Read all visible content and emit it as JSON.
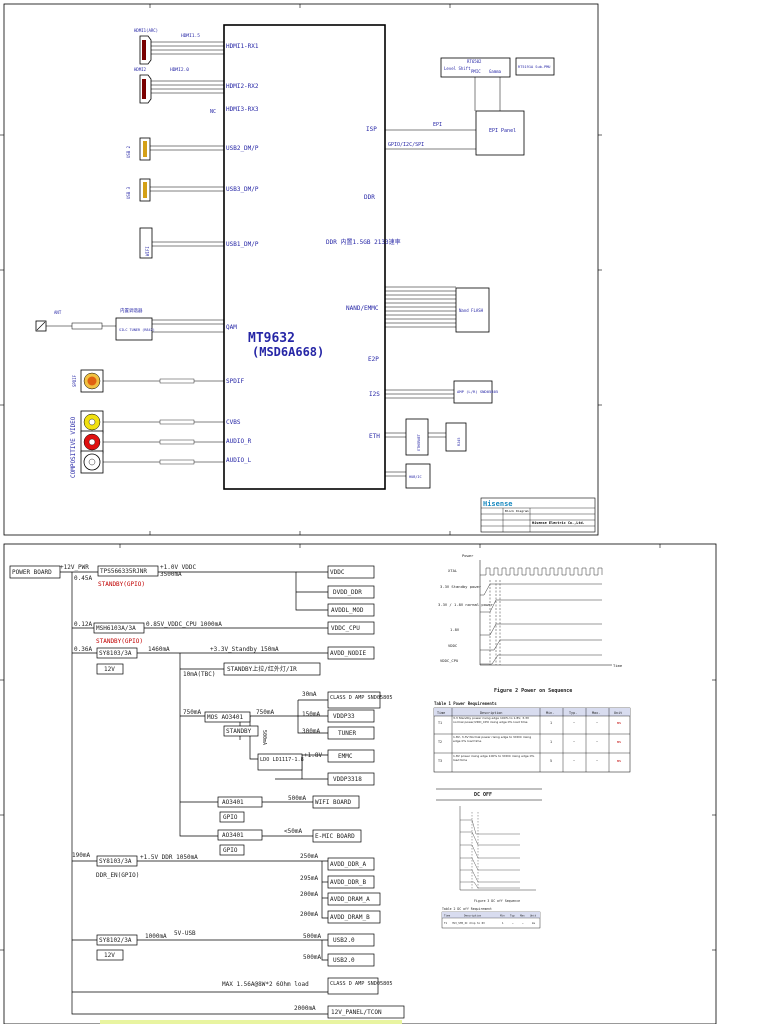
{
  "top": {
    "chip_name": "MT9632",
    "chip_sub": "(MSD6A668)",
    "hdmi1_conn": "HDMI1(ARC)",
    "hdmi1_label": "HDMI1.5",
    "hdmi2_conn": "HDMI2",
    "hdmi2_label": "HDMI2.0",
    "nc": "NC",
    "usb_a": "USB 2",
    "usb_b": "USB 3",
    "wifi": "WIFI",
    "ant": "ANT",
    "tuner_title": "内置调谐器",
    "tuner_box": "SILC TUNER (R842)",
    "composite": "COMPOSITIVE VIDEO",
    "spdif_conn": "SPDIF",
    "left_ports": [
      "HDMI1-RX1",
      "HDMI2-RX2",
      "HDMI3-RX3",
      "USB2_DM/P",
      "USB3_DM/P",
      "USB1_DM/P",
      "QAM",
      "SPDIF",
      "CVBS",
      "AUDIO_R",
      "AUDIO_L"
    ],
    "right_ports": [
      "ISP",
      "DDR",
      "NAND/EMMC",
      "E2P",
      "I2S",
      "ETH"
    ],
    "ddr_text": "DDR 内置1.5GB 2133速率",
    "epi": "EPI",
    "gpio_spi": "GPIO/I2C/SPI",
    "epi_panel": "EPI Panel",
    "level_shift": "Level Shift",
    "pmic": "PMIC",
    "gamma": "Gamma",
    "pmic_part": "RT6502",
    "sub_pmu": "RT5191A Sub-PMU",
    "nand": "Nand FLASH",
    "amp": "AMP (L/R) SND05805",
    "eth_a": "ETHERNET",
    "eth_b": "RJ45",
    "usb_hub": "HUB/IC",
    "brand": "Hisense",
    "company": "Hisense Electric Co.,Ltd.",
    "tb_title": "Block Diagram"
  },
  "bottom": {
    "power_board": "POWER BOARD",
    "rail_12v": "+12V_PWR",
    "i_045": "0.45A",
    "tps": "TPS566335RJNR",
    "v_1v_vddc": "+1.0V VDDC",
    "i_3500": "3500mA",
    "standby_gpio": "STANDBY(GPIO)",
    "vddc": "VDDC",
    "dvdd_ddr": "DVDD_DDR",
    "avddl_mod": "AVDDL_MOD",
    "i_012": "0.12A",
    "msh": "MSH6103A/3A",
    "v_085": "0.85V_VDDC_CPU 1000mA",
    "vddc_cpu": "VDDC_CPU",
    "i_036": "0.36A",
    "sy8103": "SY8103/3A",
    "i_1460": "1460mA",
    "v33_stby": "+3.3V_Standby 150mA",
    "avdd_nodie": "AVDD_NODIE",
    "v12": "12V",
    "i_10_tbc": "10mA(TBC)",
    "standby_led": "STANDBY上拉/红外灯/IR",
    "i_30": "30mA",
    "class_d_1": "CLASS D AMP SND05805",
    "i_750a": "750mA",
    "mos": "MOS AO3401",
    "i_750b": "750mA",
    "i_150": "150mA",
    "vddp33": "VDDP33",
    "standby": "STANDBY",
    "i_300": "300mA",
    "tuner": "TUNER",
    "i_500v": "500mA",
    "v18": "+1.8V",
    "ldo": "LDO LD1117-1.8",
    "emmc": "EMMC",
    "vddp3318": "VDDP3318",
    "ao_1": "AO3401",
    "i_500w": "500mA",
    "wifi_board": "WIFI BOARD",
    "gpio_1": "GPIO",
    "ao_2": "AO3401",
    "i_lt50": "<50mA",
    "emic": "E-MIC BOARD",
    "gpio_2": "GPIO",
    "i_190": "190mA",
    "sy8103_2": "SY8103/3A",
    "v15_ddr": "+1.5V DDR 1050mA",
    "ddr_en": "DDR_EN(GPIO)",
    "i_250": "250mA",
    "avdd_ddr_a": "AVDD_DDR_A",
    "i_295": "295mA",
    "avdd_ddr_b": "AVDD_DDR_B",
    "i_200a": "200mA",
    "avdd_dram_a": "AVDD_DRAM_A",
    "i_200b": "200mA",
    "avdd_dram_b": "AVDD_DRAM_B",
    "sy8102": "SY8102/3A",
    "i_1000": "1000mA",
    "v5_usb": "5V-USB",
    "i_500a": "500mA",
    "usb20_a": "USB2.0",
    "i_500b": "500mA",
    "usb20_b": "USB2.0",
    "v12b": "12V",
    "max_load": "MAX 1.56A@8W*2 6Ohm load",
    "class_d_2": "CLASS D AMP SND05805",
    "i_2000": "2000mA",
    "panel": "12V_PANEL/TCON",
    "power_label": "Power",
    "rail_labels": [
      "XTAL",
      "3.3V Standby power",
      "3.3V / 1.8V normal power",
      "1.8V",
      "VDDC",
      "VDDC_CPU"
    ],
    "time_label": "Time",
    "fig2": "Figure 2    Power on Sequence",
    "table_title": "Table 1   Power Requirements",
    "table_headers": [
      "Time",
      "Description",
      "Min.",
      "Typ.",
      "Max.",
      "Unit"
    ],
    "table_rows": [
      [
        "T1",
        "3.3 Standby power rising edge 100% to 1.8V, 3.3V normal power/VDD_CPU rising edge 0% load time",
        "1",
        "~",
        "~",
        "ms"
      ],
      [
        "T2",
        "1.8V, 3.3V Normal power rising edge to VDDC rising edge 0% load time",
        "1",
        "~",
        "~",
        "ms"
      ],
      [
        "T3",
        "1.8V power rising edge 100% to VDDC rising edge 0% load time",
        "5",
        "~",
        "~",
        "ms"
      ]
    ],
    "dc_off": "DC OFF",
    "fig3": "Figure 3 DC off Sequence",
    "small_table_title": "Table 2 DC off Requirement",
    "small_table_headers": [
      "Time",
      "Description",
      "Min",
      "Typ",
      "Max",
      "Unit"
    ],
    "small_table_row": [
      "T1",
      "3V3_STB_IC drop to 0V",
      "1",
      "~",
      "~",
      "ms"
    ]
  }
}
